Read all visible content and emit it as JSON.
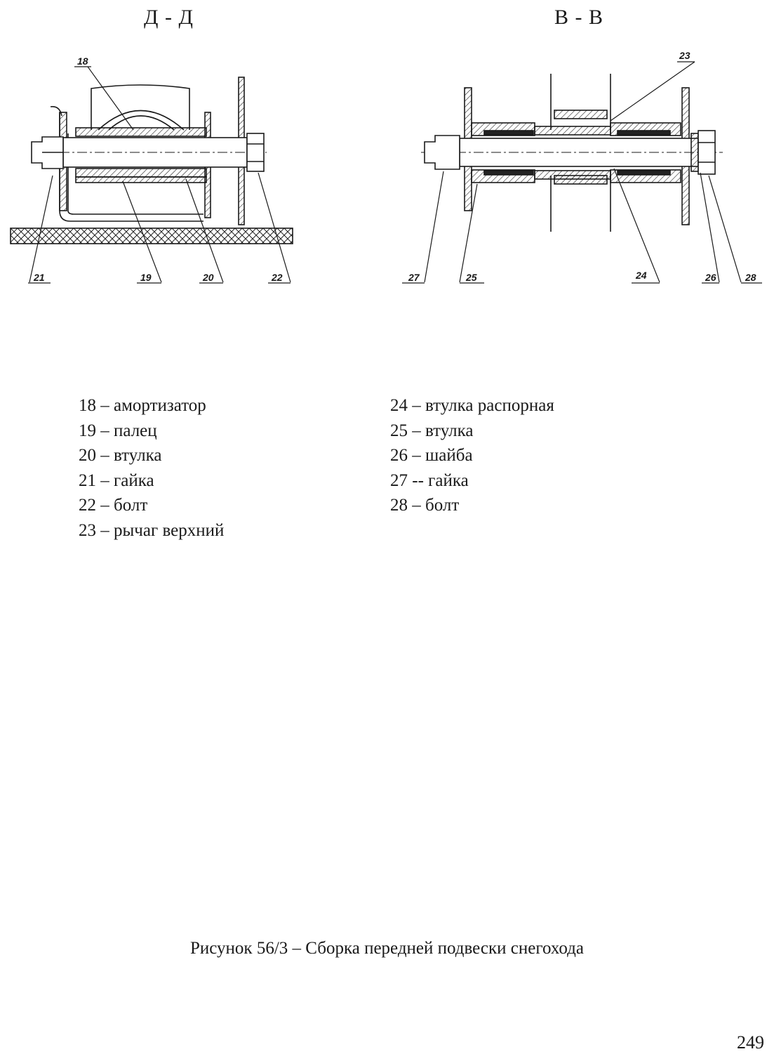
{
  "views": {
    "left": {
      "title": "Д - Д",
      "callouts": [
        "18",
        "21",
        "19",
        "20",
        "22"
      ]
    },
    "right": {
      "title": "В - В",
      "callouts": [
        "23",
        "27",
        "25",
        "24",
        "26",
        "28"
      ]
    }
  },
  "legend": {
    "left": [
      {
        "label": "18 – амортизатор"
      },
      {
        "label": "19 – палец"
      },
      {
        "label": "20 – втулка"
      },
      {
        "label": "21 – гайка"
      },
      {
        "label": "22 – болт"
      },
      {
        "label": "23 – рычаг верхний"
      }
    ],
    "right": [
      {
        "label": "24 – втулка распорная"
      },
      {
        "label": "25 – втулка"
      },
      {
        "label": "26 – шайба"
      },
      {
        "label": "27 -- гайка"
      },
      {
        "label": "28 – болт"
      }
    ]
  },
  "caption": "Рисунок 56/3 – Сборка передней подвески снегохода",
  "page_number": "249"
}
